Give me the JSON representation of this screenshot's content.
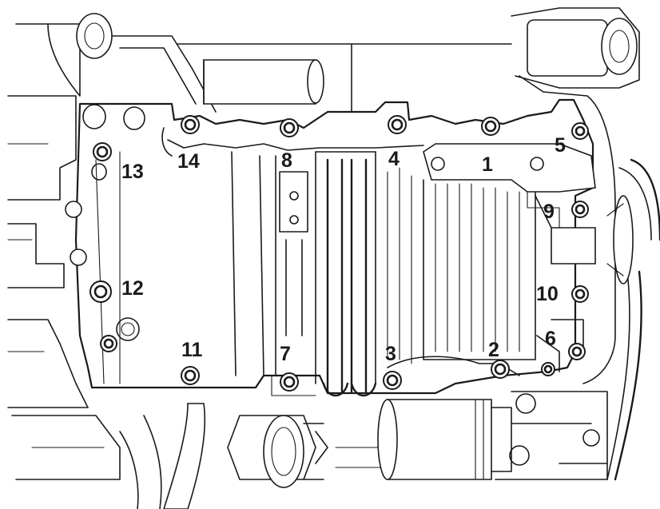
{
  "diagram": {
    "labels": [
      {
        "id": "bolt-1",
        "text": "1"
      },
      {
        "id": "bolt-2",
        "text": "2"
      },
      {
        "id": "bolt-3",
        "text": "3"
      },
      {
        "id": "bolt-4",
        "text": "4"
      },
      {
        "id": "bolt-5",
        "text": "5"
      },
      {
        "id": "bolt-6",
        "text": "6"
      },
      {
        "id": "bolt-7",
        "text": "7"
      },
      {
        "id": "bolt-8",
        "text": "8"
      },
      {
        "id": "bolt-9",
        "text": "9"
      },
      {
        "id": "bolt-10",
        "text": "10"
      },
      {
        "id": "bolt-11",
        "text": "11"
      },
      {
        "id": "bolt-12",
        "text": "12"
      },
      {
        "id": "bolt-13",
        "text": "13"
      },
      {
        "id": "bolt-14",
        "text": "14"
      }
    ]
  }
}
